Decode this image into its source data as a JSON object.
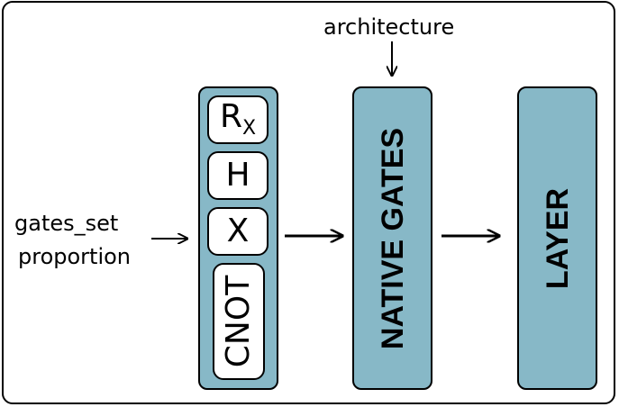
{
  "inputs": {
    "architecture": "architecture",
    "gates_set": "gates_set",
    "proportion": "proportion"
  },
  "gates": {
    "rx_main": "R",
    "rx_sub": "X",
    "h": "H",
    "x": "X",
    "cnot": "CNOT"
  },
  "blocks": {
    "native_gates": "NATIVE GATES",
    "layer": "LAYER"
  },
  "colors": {
    "block_fill": "#87b8c7",
    "gate_fill": "#ffffff",
    "stroke": "#000000"
  }
}
